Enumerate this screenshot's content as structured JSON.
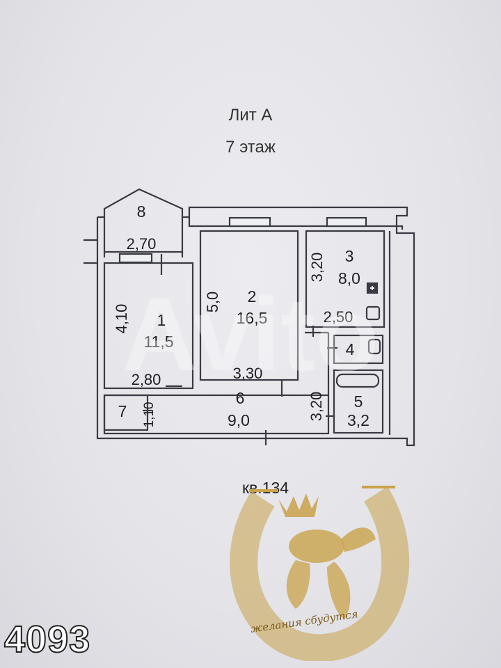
{
  "header": {
    "building": "Лит А",
    "floor": "7 этаж"
  },
  "rooms": [
    {
      "number": "1",
      "area": "11,5",
      "dim_v": "4,10",
      "dim_h": "2,80"
    },
    {
      "number": "2",
      "area": "16,5",
      "dim_v": "5,0",
      "dim_h": "3,30"
    },
    {
      "number": "3",
      "area": "8,0",
      "dim_v": "3,20",
      "dim_h": "2,50"
    },
    {
      "number": "4"
    },
    {
      "number": "5",
      "area": "3,2",
      "dim_v": "3,20"
    },
    {
      "number": "6",
      "area": "9,0"
    },
    {
      "number": "7",
      "dim_v": "1,10"
    },
    {
      "number": "8",
      "dim_h": "2,70"
    }
  ],
  "apartment": "кв.134",
  "watermark": "Avito",
  "listing_number": "4093",
  "logo": {
    "text": "желания сбудутся",
    "color": "#c9a24a"
  },
  "colors": {
    "wall": "#3a3a44",
    "fill": "#eef0f4"
  }
}
